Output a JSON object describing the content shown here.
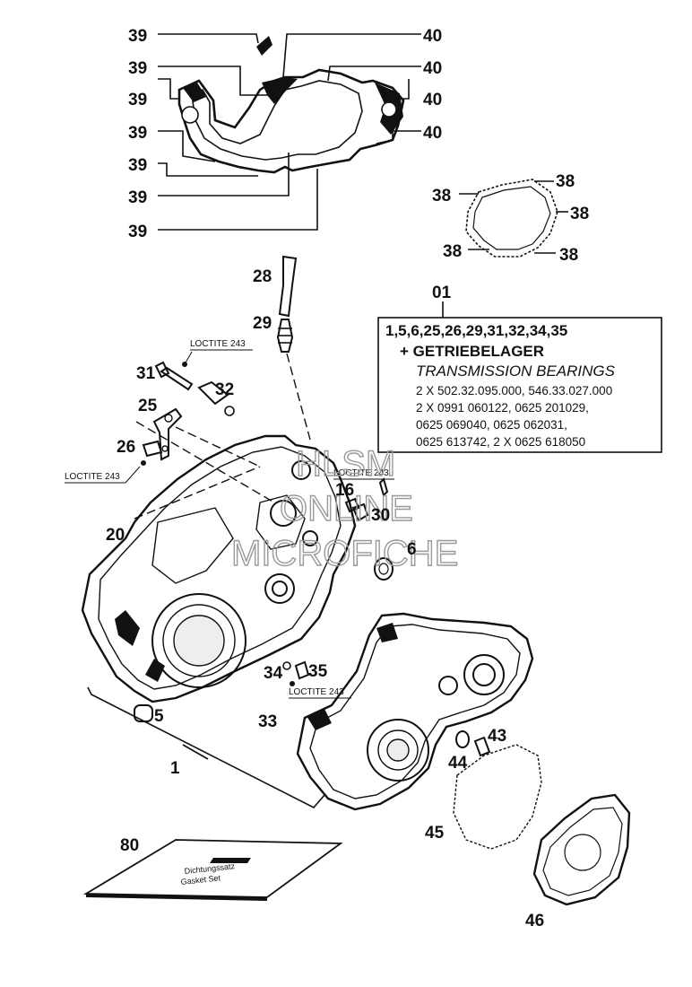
{
  "callouts": {
    "c39a": "39",
    "c39b": "39",
    "c39c": "39",
    "c39d": "39",
    "c39e": "39",
    "c39f": "39",
    "c39g": "39",
    "c40a": "40",
    "c40b": "40",
    "c40c": "40",
    "c40d": "40",
    "c38a": "38",
    "c38b": "38",
    "c38c": "38",
    "c38d": "38",
    "c38e": "38",
    "c01": "01",
    "c28": "28",
    "c29": "29",
    "c31": "31",
    "c32": "32",
    "c25": "25",
    "c26": "26",
    "c20": "20",
    "c16": "16",
    "c30": "30",
    "c6": "6",
    "c34": "34",
    "c35": "35",
    "c5": "5",
    "c1": "1",
    "c33": "33",
    "c43": "43",
    "c44": "44",
    "c45": "45",
    "c80": "80",
    "c46": "46"
  },
  "loctite": {
    "l1": "LOCTITE 243",
    "l2": "LOCTITE 243",
    "l3": "LOCTITE 243",
    "l4": "LOCTITE 243"
  },
  "info_box": {
    "line1": "1,5,6,25,26,29,31,32,34,35",
    "line2": "+ GETRIEBELAGER",
    "line3": "TRANSMISSION BEARINGS",
    "line4": "2 X 502.32.095.000, 546.33.027.000",
    "line5": "2 X 0991 060122, 0625 201029,",
    "line6": "0625 069040, 0625 062031,",
    "line7": "0625 613742, 2 X 0625 618050"
  },
  "watermark": {
    "line1": "HLSM",
    "line2": "ONLINE",
    "line3": "MICROFICHE"
  },
  "manual": {
    "line1": "Dichtungssatz",
    "line2": "Gasket Set"
  }
}
